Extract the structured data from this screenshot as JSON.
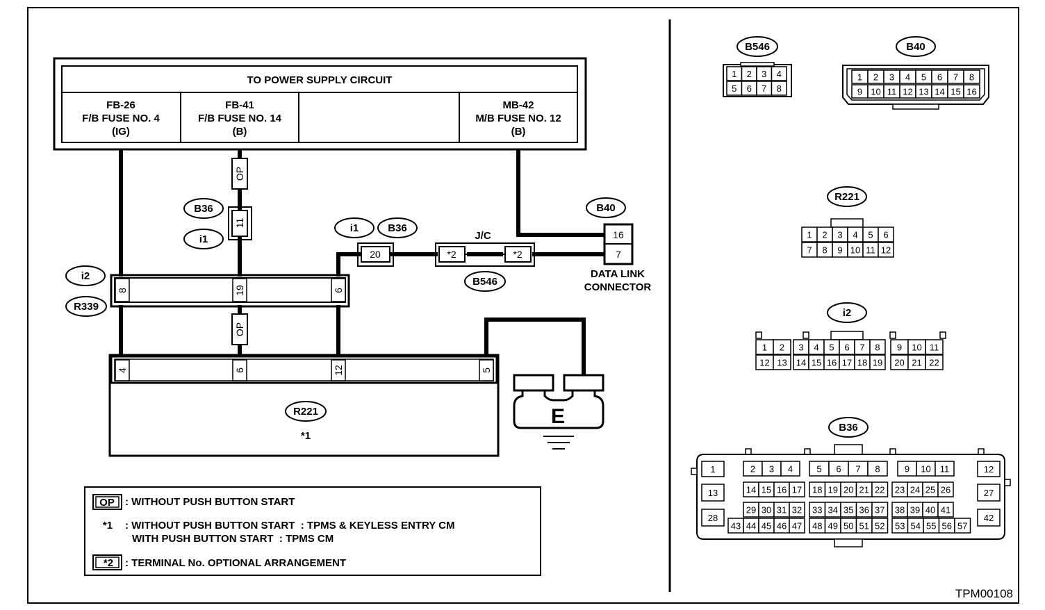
{
  "power_supply": {
    "title": "TO POWER SUPPLY CIRCUIT",
    "fuses": [
      {
        "name": "FB-26",
        "label": "F/B FUSE NO. 4",
        "type": "(IG)"
      },
      {
        "name": "FB-41",
        "label": "F/B FUSE NO. 14",
        "type": "(B)"
      },
      {
        "name": "",
        "label": "",
        "type": ""
      },
      {
        "name": "MB-42",
        "label": "M/B FUSE NO. 12",
        "type": "(B)"
      }
    ]
  },
  "wires": {
    "op1": "OP",
    "op2": "OP"
  },
  "connectors": {
    "b36": "B36",
    "i1": "i1",
    "i2": "i2",
    "r339": "R339",
    "b40": "B40",
    "b546": "B546",
    "r221": "R221",
    "i1b": "i1",
    "b36b": "B36",
    "pin_11": "11",
    "pin_20": "20",
    "pin_16": "16",
    "pin_7": "7",
    "jc": "J/C",
    "star2a": "*2",
    "star2b": "*2"
  },
  "junction_i2_pins": [
    "8",
    "19",
    "6"
  ],
  "r221_pins": [
    "4",
    "6",
    "12",
    "5"
  ],
  "r221_note": "*1",
  "ground": "E",
  "data_link": {
    "line1": "DATA LINK",
    "line2": "CONNECTOR"
  },
  "legend": {
    "op_key": "OP",
    "op_text": ": WITHOUT PUSH BUTTON START",
    "star1_key": "*1",
    "star1_line1": ": WITHOUT PUSH BUTTON START  : TPMS & KEYLESS ENTRY CM",
    "star1_line2": "WITH PUSH BUTTON START  : TPMS CM",
    "star2_key": "*2",
    "star2_text": ": TERMINAL No. OPTIONAL ARRANGEMENT"
  },
  "side_connectors": {
    "b546": {
      "label": "B546",
      "rows": [
        [
          "1",
          "2",
          "3",
          "4"
        ],
        [
          "5",
          "6",
          "7",
          "8"
        ]
      ]
    },
    "b40": {
      "label": "B40",
      "rows": [
        [
          "1",
          "2",
          "3",
          "4",
          "5",
          "6",
          "7",
          "8"
        ],
        [
          "9",
          "10",
          "11",
          "12",
          "13",
          "14",
          "15",
          "16"
        ]
      ]
    },
    "r221": {
      "label": "R221",
      "rows": [
        [
          "1",
          "2",
          "3",
          "4",
          "5",
          "6"
        ],
        [
          "7",
          "8",
          "9",
          "10",
          "11",
          "12"
        ]
      ]
    },
    "i2": {
      "label": "i2",
      "rows": [
        [
          "1",
          "2",
          "3",
          "4",
          "5",
          "6",
          "7",
          "8",
          "9",
          "10",
          "11"
        ],
        [
          "12",
          "13",
          "14",
          "15",
          "16",
          "17",
          "18",
          "19",
          "20",
          "21",
          "22"
        ]
      ]
    },
    "b36": {
      "label": "B36",
      "single": [
        "1",
        "12",
        "13",
        "27",
        "28",
        "42"
      ],
      "g1r1": [
        "2",
        "3",
        "4"
      ],
      "g2r1": [
        "5",
        "6",
        "7",
        "8"
      ],
      "g3r1": [
        "9",
        "10",
        "11"
      ],
      "g1r2": [
        "14",
        "15",
        "16",
        "17"
      ],
      "g2r2": [
        "18",
        "19",
        "20",
        "21",
        "22"
      ],
      "g3r2": [
        "23",
        "24",
        "25",
        "26"
      ],
      "g1r3": [
        "29",
        "30",
        "31",
        "32"
      ],
      "g2r3": [
        "33",
        "34",
        "35",
        "36",
        "37"
      ],
      "g3r3": [
        "38",
        "39",
        "40",
        "41"
      ],
      "g1r4": [
        "43",
        "44",
        "45",
        "46",
        "47"
      ],
      "g2r4": [
        "48",
        "49",
        "50",
        "51",
        "52"
      ],
      "g3r4": [
        "53",
        "54",
        "55",
        "56",
        "57"
      ]
    }
  },
  "figure_id": "TPM00108"
}
